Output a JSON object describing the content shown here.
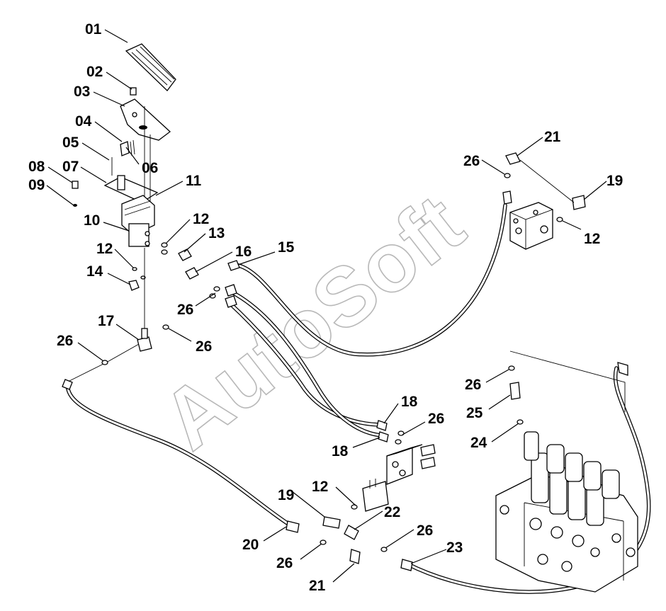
{
  "watermark": "AutoSoft",
  "callouts": [
    {
      "id": "c01",
      "text": "01"
    },
    {
      "id": "c02",
      "text": "02"
    },
    {
      "id": "c03",
      "text": "03"
    },
    {
      "id": "c04",
      "text": "04"
    },
    {
      "id": "c05",
      "text": "05"
    },
    {
      "id": "c06",
      "text": "06"
    },
    {
      "id": "c07",
      "text": "07"
    },
    {
      "id": "c08",
      "text": "08"
    },
    {
      "id": "c09",
      "text": "09"
    },
    {
      "id": "c10",
      "text": "10"
    },
    {
      "id": "c11",
      "text": "11"
    },
    {
      "id": "c12a",
      "text": "12"
    },
    {
      "id": "c12b",
      "text": "12"
    },
    {
      "id": "c12c",
      "text": "12"
    },
    {
      "id": "c12d",
      "text": "12"
    },
    {
      "id": "c13",
      "text": "13"
    },
    {
      "id": "c14",
      "text": "14"
    },
    {
      "id": "c15",
      "text": "15"
    },
    {
      "id": "c16",
      "text": "16"
    },
    {
      "id": "c17",
      "text": "17"
    },
    {
      "id": "c18a",
      "text": "18"
    },
    {
      "id": "c18b",
      "text": "18"
    },
    {
      "id": "c19a",
      "text": "19"
    },
    {
      "id": "c19b",
      "text": "19"
    },
    {
      "id": "c20",
      "text": "20"
    },
    {
      "id": "c21a",
      "text": "21"
    },
    {
      "id": "c21b",
      "text": "21"
    },
    {
      "id": "c22",
      "text": "22"
    },
    {
      "id": "c23",
      "text": "23"
    },
    {
      "id": "c24",
      "text": "24"
    },
    {
      "id": "c25",
      "text": "25"
    },
    {
      "id": "c26a",
      "text": "26"
    },
    {
      "id": "c26b",
      "text": "26"
    },
    {
      "id": "c26c",
      "text": "26"
    },
    {
      "id": "c26d",
      "text": "26"
    },
    {
      "id": "c26e",
      "text": "26"
    },
    {
      "id": "c26f",
      "text": "26"
    },
    {
      "id": "c26g",
      "text": "26"
    },
    {
      "id": "c26h",
      "text": "26"
    }
  ]
}
